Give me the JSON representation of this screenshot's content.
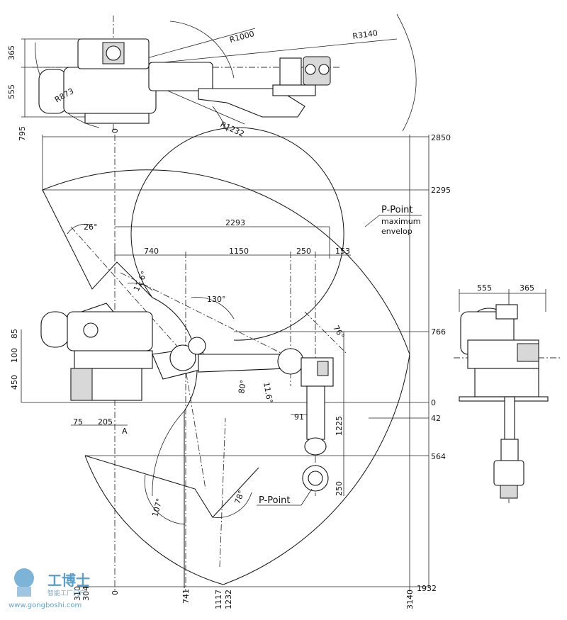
{
  "top_view": {
    "dims": {
      "d365": "365",
      "d555": "555",
      "r873": "R873",
      "r1000": "R1000",
      "r3140": "R3140",
      "r1232": "R1232"
    }
  },
  "side_view": {
    "top_labels": {
      "d795": "795",
      "d0": "0",
      "d2850": "2850",
      "d2295": "2295"
    },
    "angles": {
      "a26": "26°",
      "a116": "11.6°",
      "a130": "130°",
      "a76": "76°",
      "a80": "80°",
      "a116b": "11.6°",
      "a107": "107°",
      "a78": "78°"
    },
    "horiz": {
      "d2293": "2293",
      "d740": "740",
      "d1150": "1150",
      "d250": "250",
      "d153": "153",
      "d91": "91",
      "d75": "75",
      "d205": "205"
    },
    "left": {
      "d85": "85",
      "d100": "100",
      "d450": "450"
    },
    "right": {
      "d766": "766",
      "d0": "0",
      "d42": "42",
      "d564": "564",
      "d1932": "1932"
    },
    "vert": {
      "d1225": "1225",
      "d250": "250"
    },
    "bottom": {
      "b310": "310",
      "b304": "304",
      "b0": "0",
      "b741": "741",
      "b1117": "1117",
      "b1232": "1232",
      "b3140": "3140"
    },
    "marker_a": "A",
    "p_point_top": "P-Point",
    "maximum": "maximum",
    "envelop": "envelop",
    "p_point_bottom": "P-Point"
  },
  "front_view": {
    "dims": {
      "d555": "555",
      "d365": "365"
    }
  },
  "watermark": {
    "brand": "工博士",
    "sub": "智能工厂门户",
    "url": "www.gongboshi.com"
  }
}
